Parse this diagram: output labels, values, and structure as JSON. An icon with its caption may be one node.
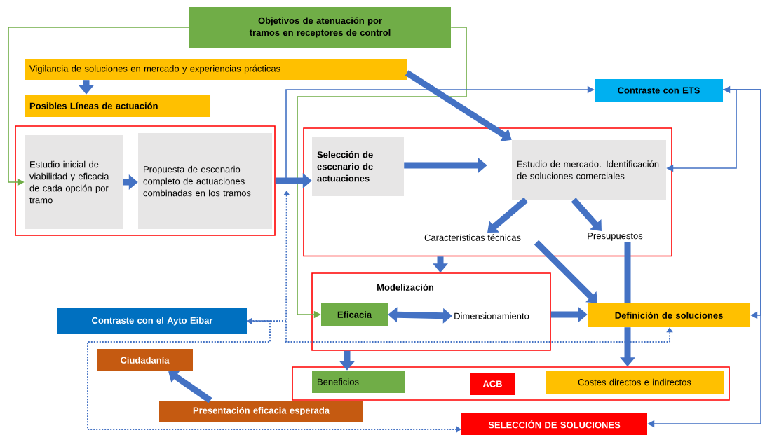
{
  "diagram": {
    "nodes": [
      {
        "text": [
          "Objetivos de atenuación por tramos en receptores de control"
        ]
      },
      {
        "text": [
          "Vigilancia de soluciones en mercado y experiencias prácticas"
        ]
      },
      {
        "text": [
          "Posibles Líneas de actuación"
        ]
      },
      {
        "text": [],
        "shape": "box"
      },
      {
        "text": [
          "Estudio inicial de viabilidad y eficacia de cada opción por tramo"
        ],
        "in": 3
      },
      {
        "text": [
          "Propuesta de escenario completo de actuaciones combinadas en los tramos"
        ],
        "in": 3
      },
      {
        "text": [],
        "shape": "box"
      },
      {
        "text": [
          "Selección de escenario de actuaciones"
        ],
        "in": 6
      },
      {
        "text": [
          "Estudio de mercado. Identificación de soluciones comerciales"
        ],
        "in": 6
      },
      {
        "text": [
          "Características técnicas"
        ],
        "in": 6
      },
      {
        "text": [
          "Presupuestos"
        ],
        "in": 6
      },
      {
        "text": [
          "Contraste con ETS"
        ]
      },
      {
        "text": [
          "Modelización"
        ]
      },
      {
        "text": [
          "Eficacia"
        ],
        "in": 12
      },
      {
        "text": [
          "Dimensionamiento"
        ],
        "in": 12
      },
      {
        "text": [
          "Definición de soluciones"
        ]
      },
      {
        "text": [
          "Contraste con el Ayto Eibar"
        ]
      },
      {
        "text": [
          "Ciudadanía"
        ]
      },
      {
        "text": [
          "Presentación eficacia esperada"
        ]
      },
      {
        "text": [],
        "shape": "box"
      },
      {
        "text": [
          "Beneficios"
        ],
        "in": 19
      },
      {
        "text": [
          "ACB"
        ],
        "in": 19
      },
      {
        "text": [
          "Costes directos e indirectos"
        ],
        "in": 19
      },
      {
        "text": [
          "SELECCIÓN DE SOLUCIONES"
        ]
      }
    ],
    "edges": [
      {
        "from": 0,
        "to": 4,
        "arrow": "to",
        "color": "#70ad47"
      },
      {
        "from": 0,
        "to": 13,
        "arrow": "to",
        "color": "#70ad47"
      },
      {
        "from": 1,
        "to": 2,
        "arrow": "to"
      },
      {
        "from": 1,
        "to": 8,
        "arrow": "to"
      },
      {
        "from": 4,
        "to": 5,
        "arrow": "to"
      },
      {
        "from": 3,
        "to": 7,
        "arrow": "to"
      },
      {
        "from": 7,
        "to": 8,
        "arrow": "to"
      },
      {
        "from": 3,
        "to": 11,
        "arrow": "to",
        "color": "#4472c4"
      },
      {
        "from": 8,
        "to": 11,
        "arrow": "both",
        "color": "#4472c4"
      },
      {
        "from": 11,
        "to": 15,
        "arrow": "to",
        "color": "#4472c4"
      },
      {
        "from": 11,
        "to": 23,
        "arrow": "to",
        "color": "#4472c4"
      },
      {
        "from": 8,
        "to": 9,
        "arrow": "to"
      },
      {
        "from": 8,
        "to": 10,
        "arrow": "to"
      },
      {
        "from": 6,
        "to": 12,
        "arrow": "to"
      },
      {
        "from": 9,
        "to": 15,
        "arrow": "to"
      },
      {
        "from": 10,
        "to": 15,
        "arrow": "none"
      },
      {
        "from": 15,
        "to": 19,
        "arrow": "to"
      },
      {
        "from": 13,
        "to": 14,
        "arrow": "both"
      },
      {
        "from": 12,
        "to": 15,
        "arrow": "to"
      },
      {
        "from": 12,
        "to": 20,
        "arrow": "to"
      },
      {
        "from": 3,
        "to": 15,
        "arrow": "both",
        "style": "dashed"
      },
      {
        "from": null,
        "to": 16,
        "arrow": "to",
        "style": "dashed"
      },
      {
        "from": 16,
        "to": 23,
        "arrow": "to",
        "style": "dashed"
      },
      {
        "from": 18,
        "to": 17,
        "arrow": "to"
      }
    ]
  }
}
